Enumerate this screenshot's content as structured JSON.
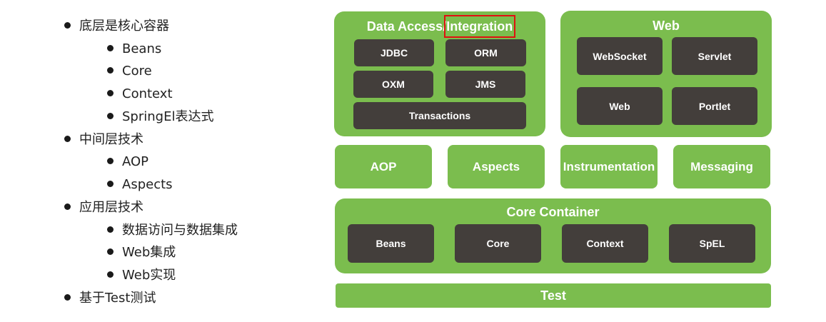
{
  "outline": {
    "items": [
      {
        "label": "底层是核心容器",
        "children": [
          "Beans",
          "Core",
          "Context",
          "SpringEl表达式"
        ]
      },
      {
        "label": "中间层技术",
        "children": [
          "AOP",
          "Aspects"
        ]
      },
      {
        "label": "应用层技术",
        "children": [
          "数据访问与数据集成",
          "Web集成",
          "Web实现"
        ]
      },
      {
        "label": "基于Test测试",
        "children": []
      }
    ]
  },
  "diagram": {
    "data_access": {
      "title_part1": "Data Access/",
      "title_part2": "Integration",
      "modules": [
        "JDBC",
        "ORM",
        "OXM",
        "JMS",
        "Transactions"
      ]
    },
    "web": {
      "title": "Web",
      "modules": [
        "WebSocket",
        "Servlet",
        "Web",
        "Portlet"
      ]
    },
    "middle": [
      "AOP",
      "Aspects",
      "Instrumentation",
      "Messaging"
    ],
    "core_container": {
      "title": "Core Container",
      "modules": [
        "Beans",
        "Core",
        "Context",
        "SpEL"
      ]
    },
    "test": {
      "title": "Test"
    }
  },
  "colors": {
    "green": "#7bbd4e",
    "dark": "#433e3b",
    "highlight": "#e01010"
  }
}
